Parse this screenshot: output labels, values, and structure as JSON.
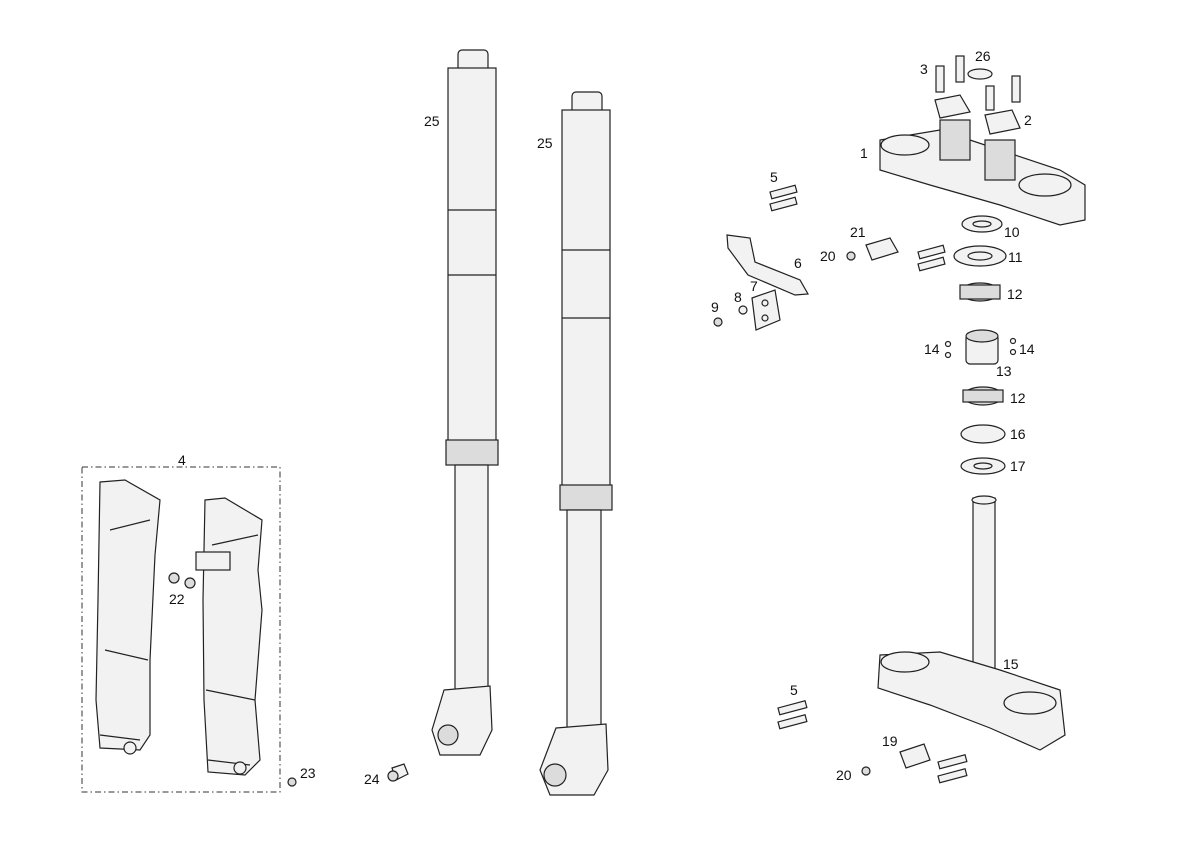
{
  "labels": {
    "n1": "1",
    "n2": "2",
    "n3": "3",
    "n4": "4",
    "n5a": "5",
    "n5b": "5",
    "n6": "6",
    "n7": "7",
    "n8": "8",
    "n9": "9",
    "n10": "10",
    "n11": "11",
    "n12a": "12",
    "n12b": "12",
    "n13": "13",
    "n14a": "14",
    "n14b": "14",
    "n15": "15",
    "n16": "16",
    "n17": "17",
    "n19": "19",
    "n20a": "20",
    "n20b": "20",
    "n21": "21",
    "n22": "22",
    "n23": "23",
    "n24": "24",
    "n25a": "25",
    "n25b": "25",
    "n26": "26"
  },
  "colors": {
    "line": "#222222",
    "fill": "#f2f2f2",
    "background": "#ffffff"
  }
}
